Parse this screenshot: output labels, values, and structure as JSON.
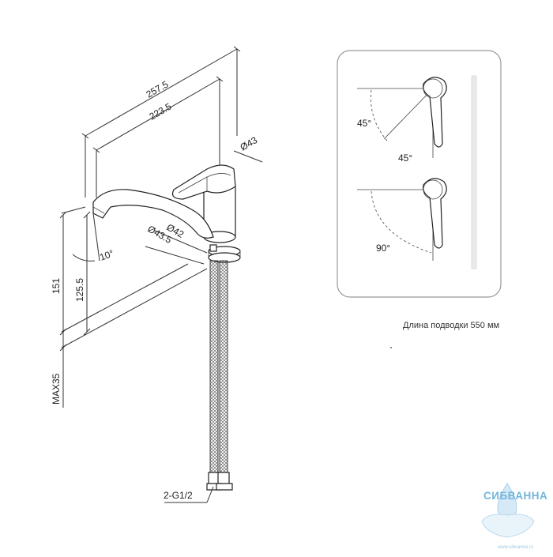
{
  "dimensions": {
    "overall_length": "257.5",
    "spout_length": "223.5",
    "body_diameter": "Ø43",
    "base_diameter_1": "Ø42",
    "base_diameter_2": "Ø43.5",
    "spout_angle": "10°",
    "height_total": "151",
    "spout_height": "125.5",
    "max_thickness": "MAX35",
    "connection": "2-G1/2"
  },
  "lever_detail": {
    "angle_top_left": "45°",
    "angle_top_bottom": "45°",
    "angle_bottom": "90°"
  },
  "hose_caption": "Длина подводки 550 мм",
  "watermark": {
    "brand": "СИБВАННА",
    "url": "www.sibvanna.ru",
    "color": "#5aa9d8"
  }
}
